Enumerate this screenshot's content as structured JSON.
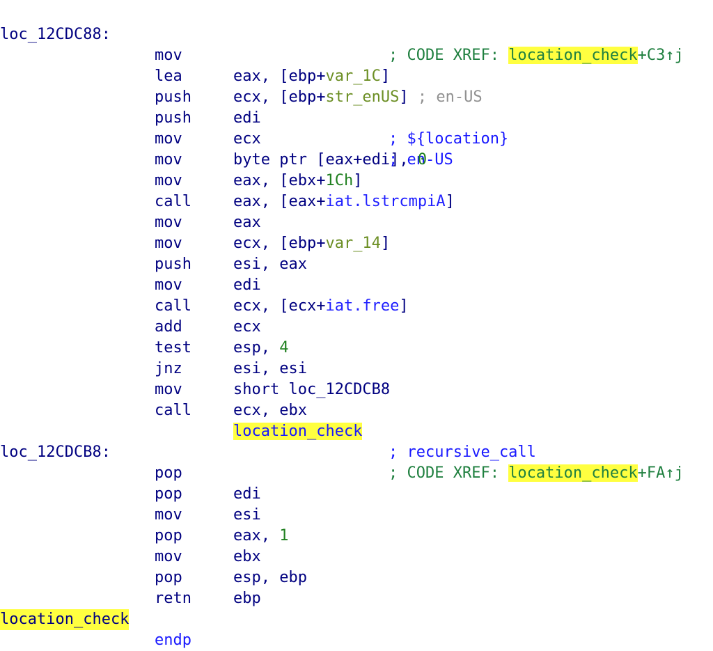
{
  "disassembly": {
    "blocks": [
      {
        "label": "loc_12CDC88:",
        "xref_prefix": "; CODE XREF: ",
        "xref_target": "location_check",
        "xref_suffix": "+C3↑j",
        "instructions": [
          {
            "mnemonic": "mov",
            "op_a": "eax, [ebp+",
            "op_var": "var_1C",
            "op_b": "]"
          },
          {
            "mnemonic": "lea",
            "op_a": "ecx, [ebp+",
            "op_var": "str_enUS",
            "op_b": "]",
            "comment": "; en-US"
          },
          {
            "mnemonic": "push",
            "op_a": "edi",
            "comment": "; ${location}"
          },
          {
            "mnemonic": "push",
            "op_a": "ecx",
            "comment": "; en-US"
          },
          {
            "mnemonic": "mov",
            "op_a": "byte ptr [eax+edi], ",
            "op_num": "0"
          },
          {
            "mnemonic": "mov",
            "op_a": "eax, [ebx+",
            "op_num": "1Ch",
            "op_b": "]"
          },
          {
            "mnemonic": "mov",
            "op_a": "eax, [eax+",
            "op_imp": "iat.lstrcmpiA",
            "op_b": "]"
          },
          {
            "mnemonic": "call",
            "op_a": "eax"
          },
          {
            "mnemonic": "mov",
            "op_a": "ecx, [ebp+",
            "op_var": "var_14",
            "op_b": "]"
          },
          {
            "mnemonic": "mov",
            "op_a": "esi, eax"
          },
          {
            "mnemonic": "push",
            "op_a": "edi"
          },
          {
            "mnemonic": "mov",
            "op_a": "ecx, [ecx+",
            "op_imp": "iat.free",
            "op_b": "]"
          },
          {
            "mnemonic": "call",
            "op_a": "ecx"
          },
          {
            "mnemonic": "add",
            "op_a": "esp, ",
            "op_num": "4"
          },
          {
            "mnemonic": "test",
            "op_a": "esi, esi"
          },
          {
            "mnemonic": "jnz",
            "op_a": "short loc_12CDCB8"
          },
          {
            "mnemonic": "mov",
            "op_a": "ecx, ebx"
          },
          {
            "mnemonic": "call",
            "op_func": "location_check",
            "comment": "; recursive_call"
          }
        ]
      },
      {
        "label": "loc_12CDCB8:",
        "xref_prefix": "; CODE XREF: ",
        "xref_target": "location_check",
        "xref_suffix": "+FA↑j",
        "instructions": [
          {
            "mnemonic": "pop",
            "op_a": "edi"
          },
          {
            "mnemonic": "pop",
            "op_a": "esi"
          },
          {
            "mnemonic": "mov",
            "op_a": "eax, ",
            "op_num": "1"
          },
          {
            "mnemonic": "pop",
            "op_a": "ebx"
          },
          {
            "mnemonic": "mov",
            "op_a": "esp, ebp"
          },
          {
            "mnemonic": "pop",
            "op_a": "ebp"
          },
          {
            "mnemonic": "retn"
          }
        ]
      }
    ],
    "function_end": {
      "name": "location_check",
      "directive": "endp"
    }
  },
  "colors": {
    "highlight": "#ffff40",
    "default_text": "#000080",
    "comment_blue": "#1818ff",
    "xref_green": "#208040",
    "var_olive": "#6b8e23",
    "number_green": "#208020",
    "gray_comment": "#909090"
  }
}
